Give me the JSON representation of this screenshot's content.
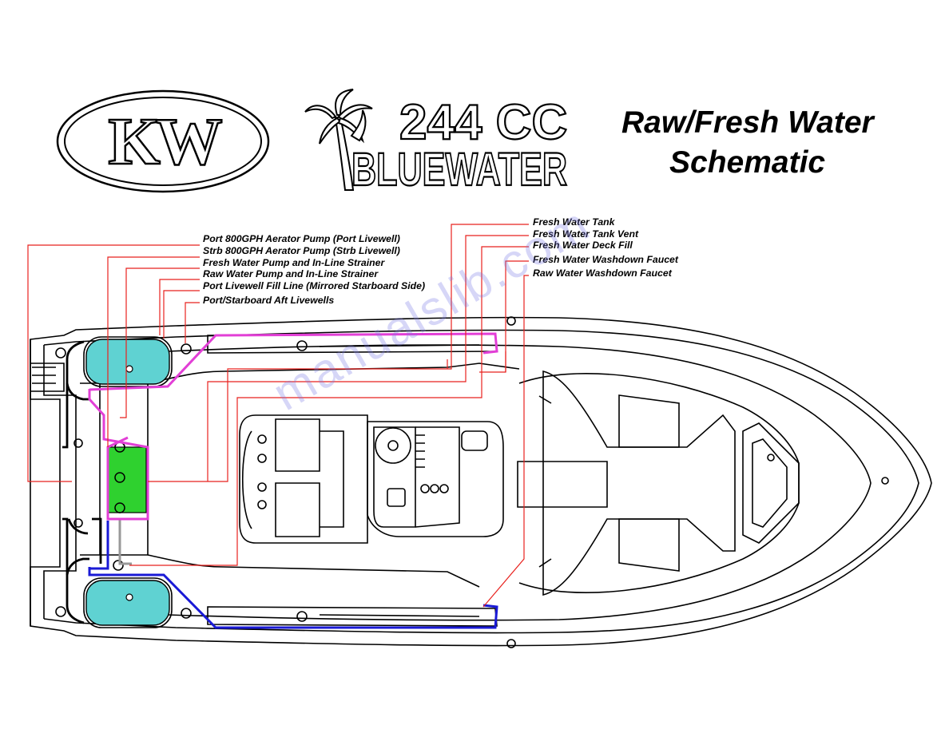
{
  "header": {
    "logo_text": "KW",
    "model_line1": "244 CC",
    "model_line2": "BLUEWATER",
    "title_line1": "Raw/Fresh Water",
    "title_line2": "Schematic"
  },
  "labels_left": [
    "Port 800GPH Aerator Pump (Port Livewell)",
    "Strb 800GPH Aerator Pump (Strb Livewell)",
    "Fresh Water Pump and In-Line Strainer",
    "Raw Water Pump and In-Line Strainer",
    "Port Livewell Fill Line (Mirrored Starboard Side)",
    "Port/Starboard Aft Livewells"
  ],
  "labels_right": [
    "Fresh Water Tank",
    "Fresh Water Tank Vent",
    "Fresh Water Deck Fill",
    "Fresh Water Washdown Faucet",
    "Raw Water Washdown Faucet"
  ],
  "watermark": "manualslib.com",
  "colors": {
    "leader_red": "#e8221e",
    "port_line_magenta": "#e23fd6",
    "starboard_line_blue": "#1a1ad6",
    "livewell_cyan": "#5fd2d2",
    "pump_green": "#2fd12f",
    "outline": "#000000"
  }
}
